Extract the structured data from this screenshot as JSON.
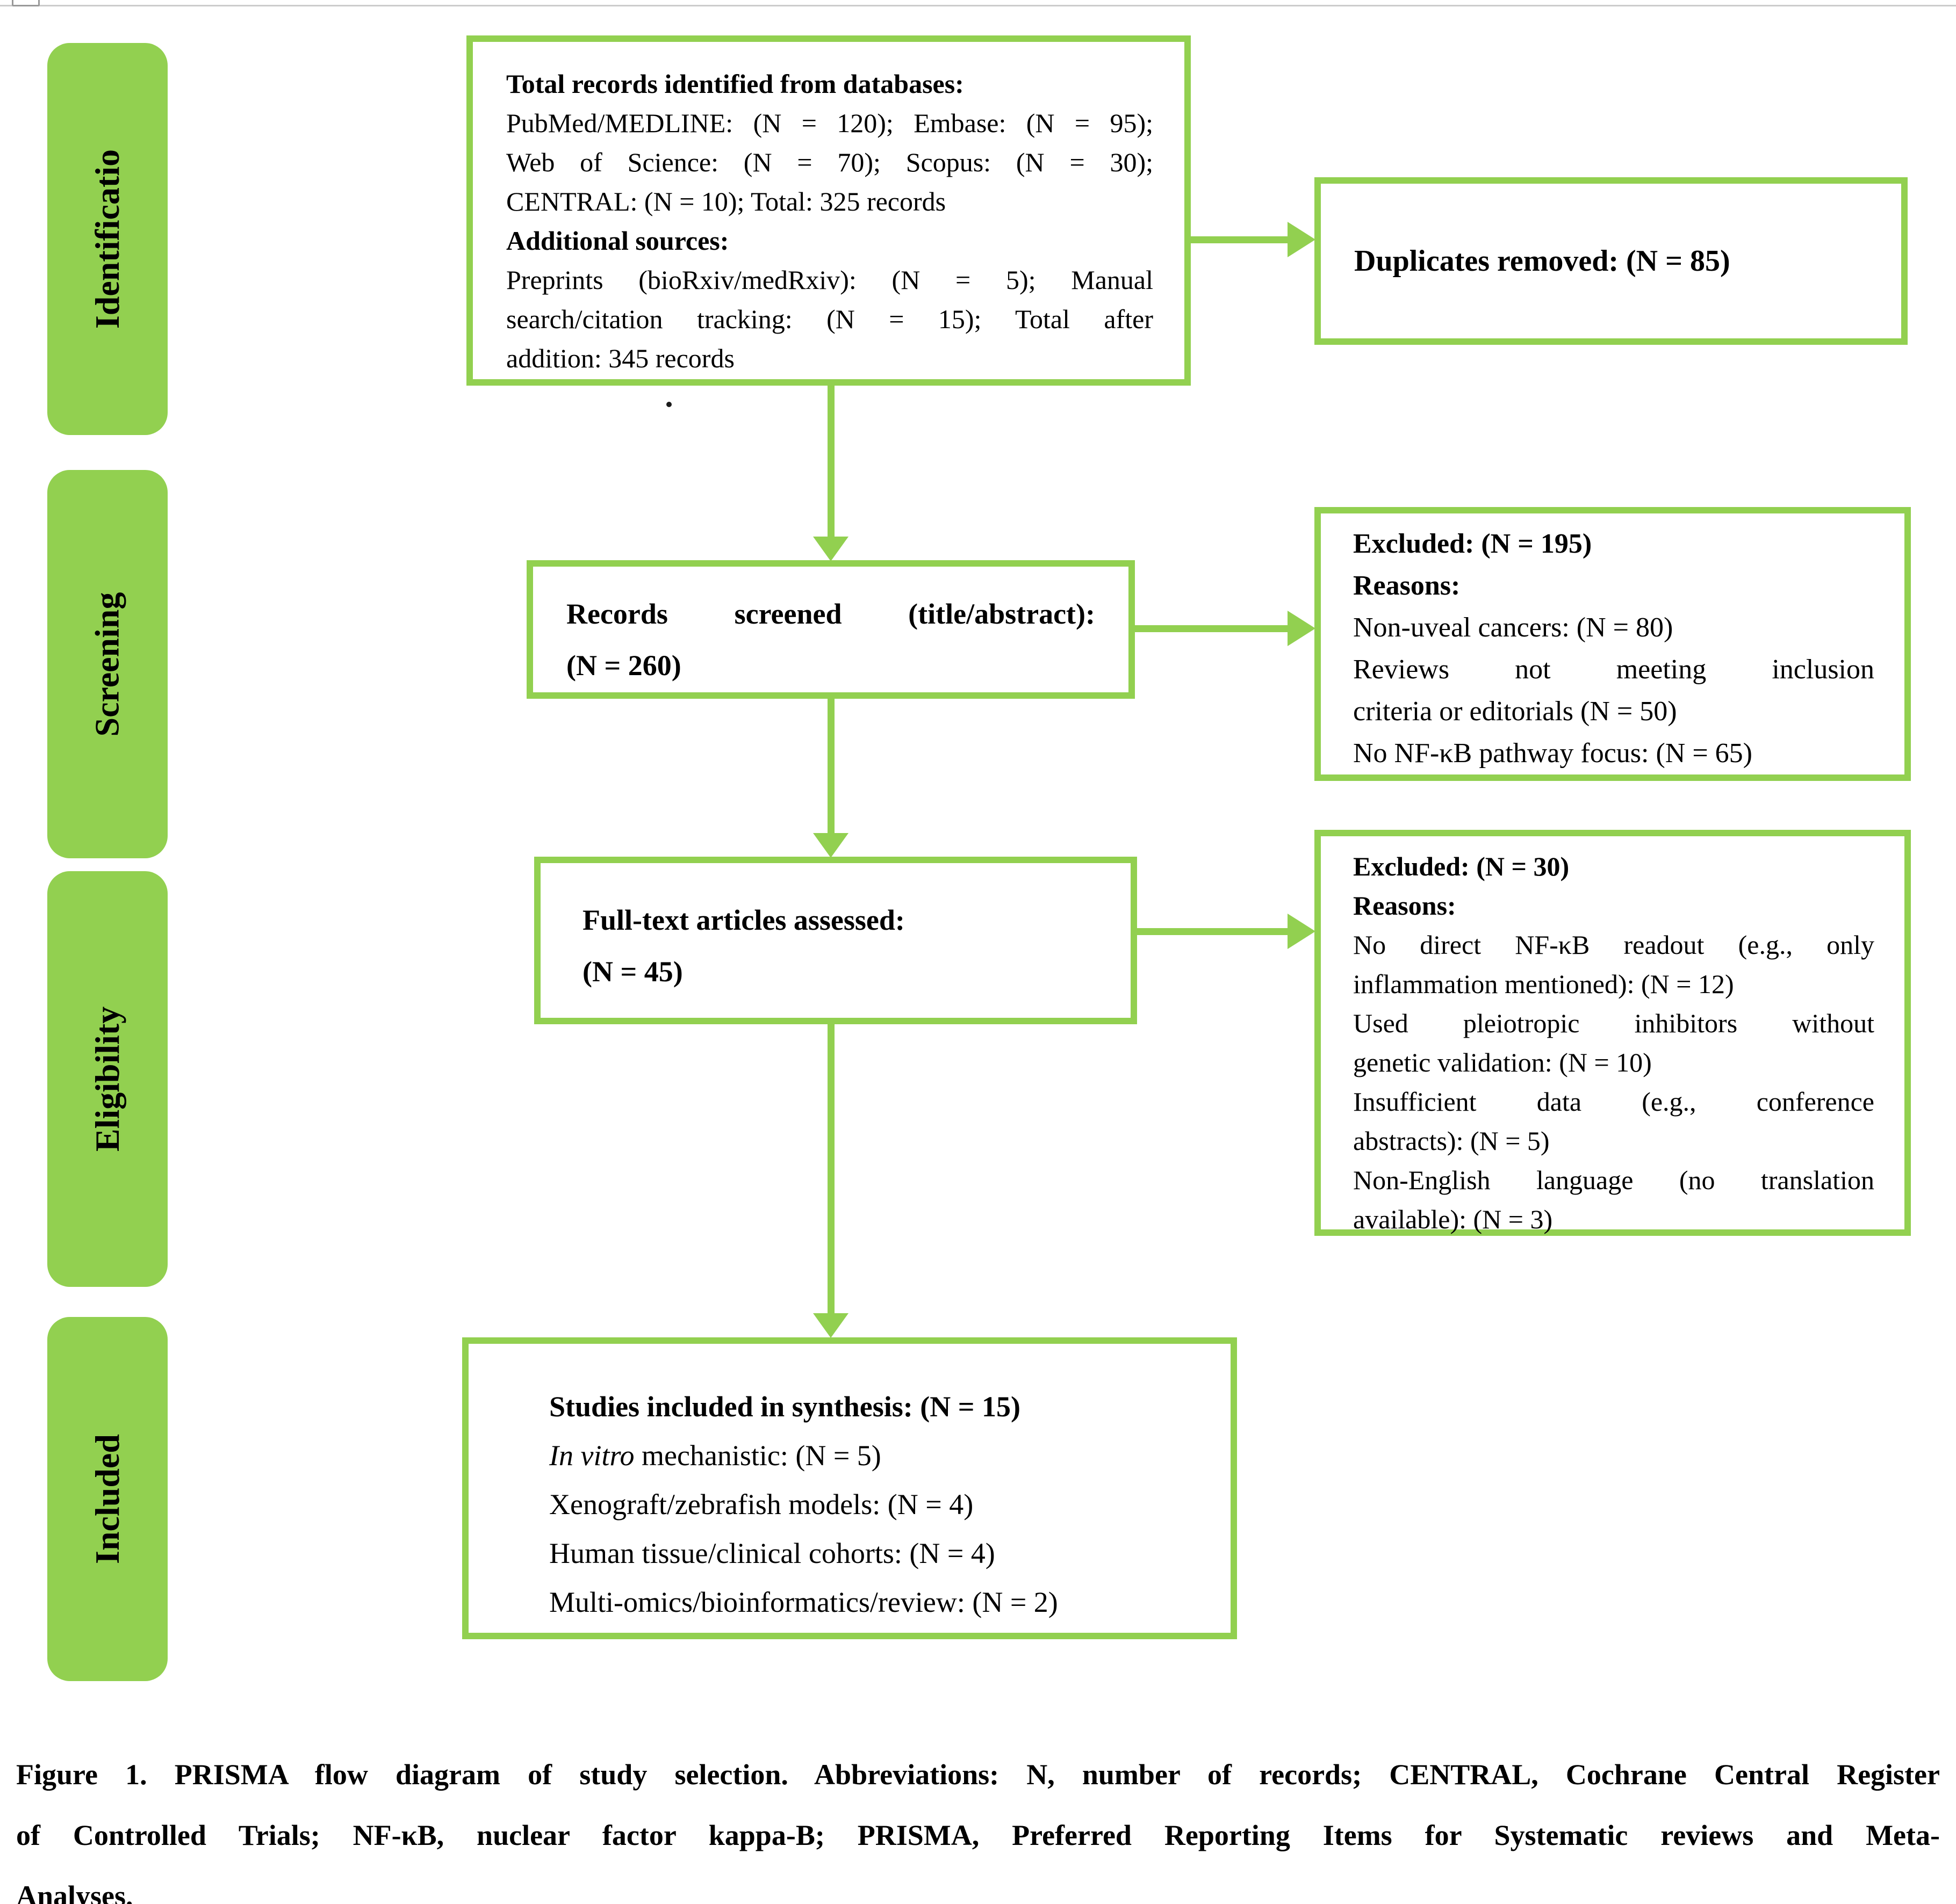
{
  "colors": {
    "green": "#92d050",
    "text": "#000000",
    "artifact_gray": "#cccccc"
  },
  "sidebar": {
    "items": [
      {
        "label": "Identificatio"
      },
      {
        "label": "Screening"
      },
      {
        "label": "Eligibility"
      },
      {
        "label": "Included"
      }
    ]
  },
  "boxes": {
    "identification": {
      "lines": [
        {
          "text": "Total records identified from databases:",
          "bold": true
        },
        {
          "text": "PubMed/MEDLINE: (N = 120); Embase: (N = 95);",
          "stretch": true
        },
        {
          "text": "Web of Science: (N = 70); Scopus: (N = 30);",
          "stretch": true
        },
        {
          "text": "CENTRAL: (N = 10); Total: 325 records"
        },
        {
          "text": "Additional sources:",
          "bold": true
        },
        {
          "text": "Preprints (bioRxiv/medRxiv): (N = 5); Manual",
          "stretch": true
        },
        {
          "text": "search/citation tracking: (N = 15); Total after",
          "stretch": true
        },
        {
          "text": "addition: 345 records"
        }
      ]
    },
    "duplicates": {
      "lines": [
        {
          "text": "Duplicates removed: (N = 85)",
          "bold": true
        }
      ]
    },
    "screened": {
      "lines": [
        {
          "text": "Records screened (title/abstract):",
          "bold": true,
          "stretch": true
        },
        {
          "text": "(N = 260)",
          "bold": true
        }
      ]
    },
    "excluded_screening": {
      "lines": [
        {
          "text": "Excluded: (N = 195)",
          "bold": true
        },
        {
          "text": "Reasons:",
          "bold": true
        },
        {
          "text": "Non-uveal cancers: (N = 80)"
        },
        {
          "text": "Reviews not meeting inclusion",
          "stretch": true
        },
        {
          "text": "criteria or editorials (N = 50)"
        },
        {
          "text": "No NF-κB pathway focus: (N = 65)"
        }
      ]
    },
    "fulltext": {
      "lines": [
        {
          "text": "Full-text articles assessed:",
          "bold": true
        },
        {
          "text": "(N = 45)",
          "bold": true
        }
      ]
    },
    "excluded_eligibility": {
      "lines": [
        {
          "text": "Excluded: (N = 30)",
          "bold": true
        },
        {
          "text": "Reasons:",
          "bold": true
        },
        {
          "text": "No direct NF-κB readout (e.g., only",
          "stretch": true
        },
        {
          "text": "inflammation mentioned): (N = 12)"
        },
        {
          "text": "Used pleiotropic inhibitors without",
          "stretch": true
        },
        {
          "text": "genetic validation: (N = 10)"
        },
        {
          "text": "Insufficient data (e.g., conference",
          "stretch": true
        },
        {
          "text": "abstracts): (N = 5)"
        },
        {
          "text": "Non-English language (no translation",
          "stretch": true
        },
        {
          "text": "available): (N = 3)"
        }
      ]
    },
    "included": {
      "lines": [
        {
          "text": "Studies included in synthesis: (N = 15)",
          "bold": true
        },
        {
          "italic_lead": "In vitro",
          "text": " mechanistic: (N = 5)"
        },
        {
          "text": "Xenograft/zebrafish models: (N = 4)"
        },
        {
          "text": "Human tissue/clinical cohorts: (N = 4)"
        },
        {
          "text": "Multi-omics/bioinformatics/review: (N = 2)"
        }
      ]
    }
  },
  "caption": {
    "lines": [
      {
        "text": "Figure 1. PRISMA flow diagram of study selection. Abbreviations: N, number of records; CENTRAL, Cochrane Central Register",
        "bold": true,
        "stretch": true
      },
      {
        "text": "of Controlled Trials; NF-κB, nuclear factor kappa-B; PRISMA, Preferred Reporting Items for Systematic reviews and Meta-",
        "bold": true,
        "stretch": true
      },
      {
        "text": "Analyses.",
        "bold": true
      }
    ]
  }
}
